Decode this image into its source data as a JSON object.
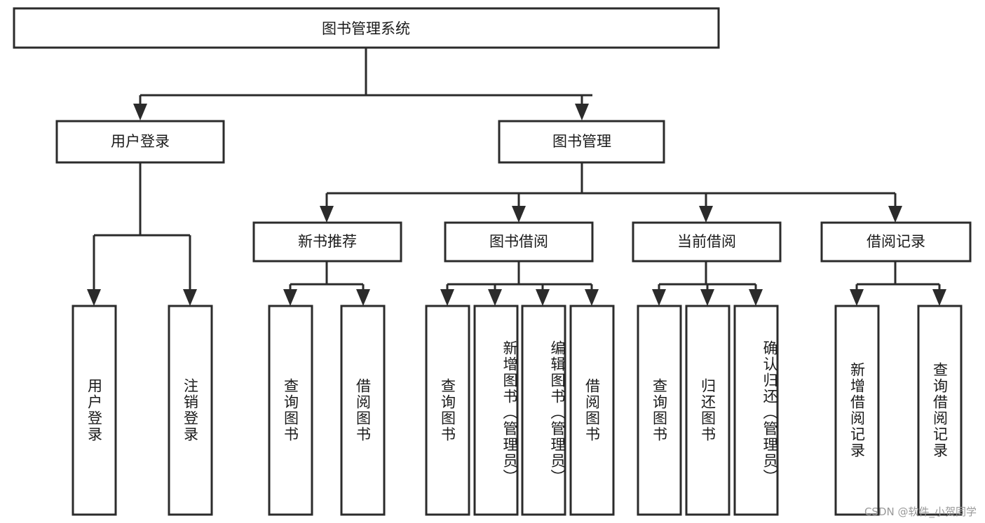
{
  "diagram": {
    "title": "图书管理系统",
    "type": "hierarchy-tree",
    "orientation": "top-down",
    "levels": 4,
    "root": {
      "id": "root",
      "label": "图书管理系统",
      "orientation": "horizontal"
    },
    "level2": [
      {
        "id": "user-login",
        "label": "用户登录",
        "orientation": "horizontal"
      },
      {
        "id": "book-manage",
        "label": "图书管理",
        "orientation": "horizontal"
      }
    ],
    "level3": [
      {
        "id": "new-book-rec",
        "label": "新书推荐",
        "parent": "book-manage",
        "orientation": "horizontal"
      },
      {
        "id": "book-borrow",
        "label": "图书借阅",
        "parent": "book-manage",
        "orientation": "horizontal"
      },
      {
        "id": "current-borrow",
        "label": "当前借阅",
        "parent": "book-manage",
        "orientation": "horizontal"
      },
      {
        "id": "borrow-record",
        "label": "借阅记录",
        "parent": "book-manage",
        "orientation": "horizontal"
      }
    ],
    "leaves": [
      {
        "id": "leaf-user-login",
        "label": "用户登录",
        "parent": "user-login",
        "orientation": "vertical"
      },
      {
        "id": "leaf-logout-login",
        "label": "注销登录",
        "parent": "user-login",
        "orientation": "vertical"
      },
      {
        "id": "leaf-query-book-1",
        "label": "查询图书",
        "parent": "new-book-rec",
        "orientation": "vertical"
      },
      {
        "id": "leaf-borrow-book-1",
        "label": "借阅图书",
        "parent": "new-book-rec",
        "orientation": "vertical"
      },
      {
        "id": "leaf-query-book-2",
        "label": "查询图书",
        "parent": "book-borrow",
        "orientation": "vertical"
      },
      {
        "id": "leaf-add-book",
        "label": "新增图书（管理员）",
        "parent": "book-borrow",
        "orientation": "vertical"
      },
      {
        "id": "leaf-edit-book",
        "label": "编辑图书（管理员）",
        "parent": "book-borrow",
        "orientation": "vertical"
      },
      {
        "id": "leaf-borrow-book-2",
        "label": "借阅图书",
        "parent": "book-borrow",
        "orientation": "vertical"
      },
      {
        "id": "leaf-query-book-3",
        "label": "查询图书",
        "parent": "current-borrow",
        "orientation": "vertical"
      },
      {
        "id": "leaf-return-book",
        "label": "归还图书",
        "parent": "current-borrow",
        "orientation": "vertical"
      },
      {
        "id": "leaf-confirm-return",
        "label": "确认归还（管理员）",
        "parent": "current-borrow",
        "orientation": "vertical"
      },
      {
        "id": "leaf-add-record",
        "label": "新增借阅记录",
        "parent": "borrow-record",
        "orientation": "vertical"
      },
      {
        "id": "leaf-query-record",
        "label": "查询借阅记录",
        "parent": "borrow-record",
        "orientation": "vertical"
      }
    ],
    "colors": {
      "stroke": "#2b2b2b",
      "fill": "#ffffff",
      "text": "#1a1a1a",
      "background": "#ffffff",
      "watermark": "#9a9a9a"
    }
  },
  "watermark": {
    "text": "CSDN @软件_小贺同学"
  }
}
